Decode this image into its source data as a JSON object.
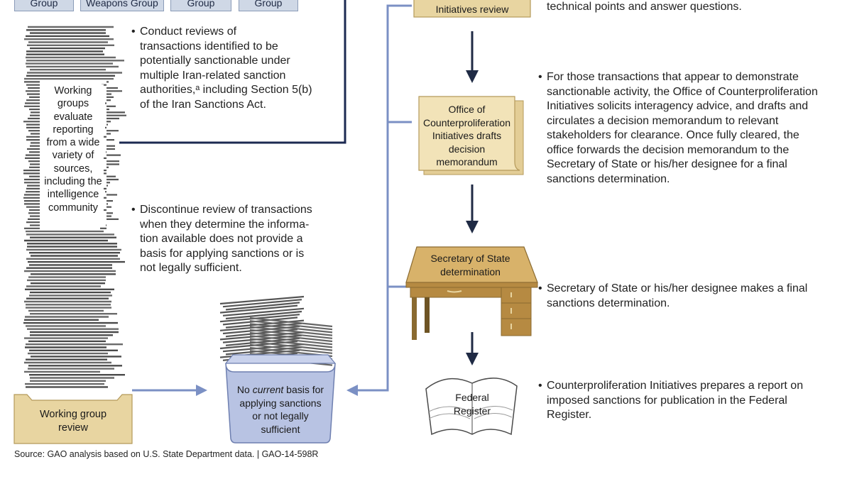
{
  "tabs": [
    "Group",
    "Weapons Group",
    "Group",
    "Group"
  ],
  "stack_label": "Working groups evaluate reporting from a wide variety of sources, including the intelligence community",
  "stack_label_lines": [
    "Working",
    "groups",
    "evaluate",
    "reporting",
    "from a wide",
    "variety of",
    "sources,",
    "including the",
    "intelligence",
    "community"
  ],
  "bullets_left": [
    {
      "lines": [
        "Conduct reviews of",
        "transactions identified to be",
        "potentially sanctionable under",
        "multiple Iran-related sanction",
        "authorities,ᵃ including Section 5(b)",
        "of the Iran Sanctions Act."
      ]
    },
    {
      "lines": [
        "Discontinue review of transactions",
        "when they determine the informa-",
        "tion available does not provide a",
        "basis for applying sanctions or is",
        "not legally sufficient."
      ]
    }
  ],
  "working_group_review": [
    "Working group",
    "review"
  ],
  "bin_label": {
    "prefix": "No ",
    "emphasis": "current",
    "suffix": " basis for",
    "lines": [
      "applying sanctions",
      "or not legally",
      "sufficient"
    ]
  },
  "flow": {
    "step1": [
      "Initiatives review"
    ],
    "step2": [
      "Office of",
      "Counterproliferation",
      "Initiatives drafts",
      "decision",
      "memorandum"
    ],
    "step3": [
      "Secretary of State",
      "determination"
    ],
    "step4": [
      "Federal",
      "Register"
    ]
  },
  "bullets_right": [
    {
      "lines": [
        "technical points and answer questions."
      ]
    },
    {
      "lines": [
        "For those transactions that appear to demonstrate",
        "sanctionable activity, the Office of Counterproliferation",
        "Initiatives solicits interagency advice, and drafts and",
        "circulates a decision memorandum to relevant",
        "stakeholders for clearance. Once fully cleared, the",
        "office forwards the decision memorandum to the",
        "Secretary of State or his/her designee for a final",
        "sanctions determination."
      ]
    },
    {
      "lines": [
        "Secretary of State or his/her designee makes a final",
        "sanctions determination."
      ]
    },
    {
      "lines": [
        "Counterproliferation Initiatives prepares a report on",
        "imposed sanctions for publication in the Federal",
        "Register."
      ]
    }
  ],
  "source": "Source: GAO analysis based on U.S. State Department data.  |  GAO-14-598R",
  "colors": {
    "folder": "#e8d5a1",
    "folder_border": "#b59a5b",
    "bin": "#b8c3e3",
    "bin_border": "#6e7fb0",
    "connector": "#7b90c4",
    "arrow": "#1f2a44",
    "frame": "#1c2a52",
    "tab_fill": "#cfd8e6",
    "desk": "#c9a15a"
  }
}
